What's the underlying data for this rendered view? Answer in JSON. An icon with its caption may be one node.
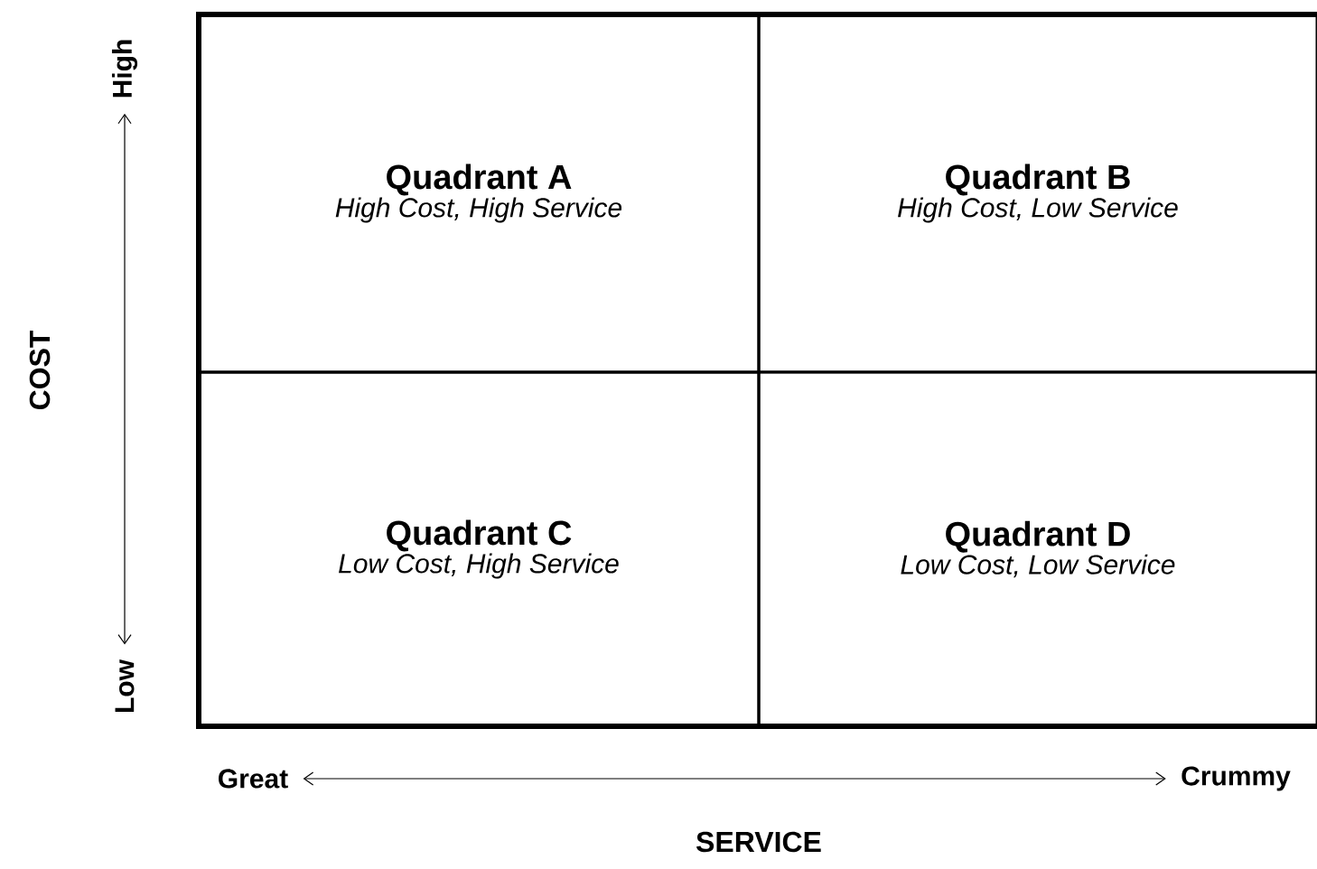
{
  "diagram": {
    "nodes": [
      {
        "text": [
          "Quadrant A",
          "High Cost, High Service"
        ]
      },
      {
        "text": [
          "Quadrant B",
          "High Cost, Low Service"
        ]
      },
      {
        "text": [
          "Quadrant C",
          "Low Cost, High Service"
        ]
      },
      {
        "text": [
          "Quadrant D",
          "Low Cost, Low Service"
        ]
      },
      {
        "text": [
          "High"
        ]
      },
      {
        "text": [
          "Low"
        ]
      },
      {
        "text": [
          "Great"
        ]
      },
      {
        "text": [
          "Crummy"
        ]
      }
    ],
    "edges": [
      {
        "from": 4,
        "to": 5,
        "arrow": "both"
      },
      {
        "from": 6,
        "to": 7,
        "arrow": "both"
      }
    ],
    "labels": [
      "COST",
      "SERVICE"
    ]
  }
}
